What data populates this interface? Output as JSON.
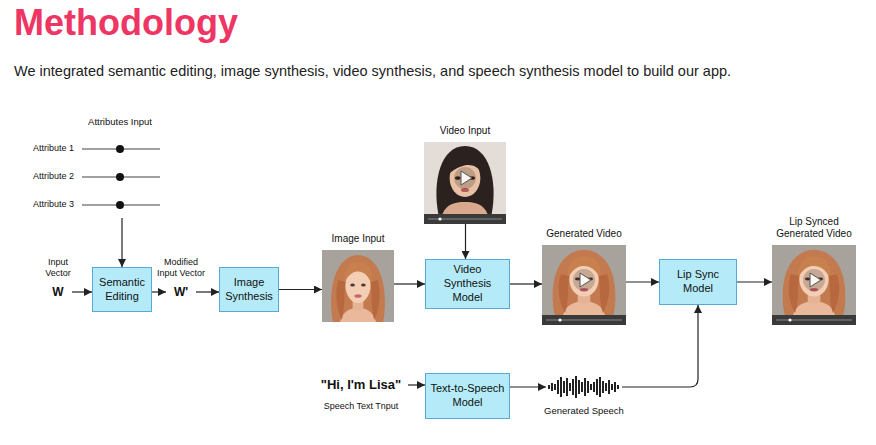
{
  "diagram": {
    "title": "Methodology",
    "nodes": [
      {
        "text": [
          "Attributes Input",
          "Attribute 1",
          "Attribute 2",
          "Attribute 3"
        ]
      },
      {
        "text": [
          "Video Input"
        ]
      },
      {
        "text": [
          "Input Vector",
          "W"
        ]
      },
      {
        "text": [
          "Semantic Editing"
        ]
      },
      {
        "text": [
          "Modified Input Vector",
          "W'"
        ]
      },
      {
        "text": [
          "Image Synthesis"
        ]
      },
      {
        "text": [
          "Image Input"
        ]
      },
      {
        "text": [
          "Video Synthesis Model"
        ]
      },
      {
        "text": [
          "Generated Video"
        ]
      },
      {
        "text": [
          "Lip Sync Model"
        ]
      },
      {
        "text": [
          "Lip Synced Generated Video"
        ]
      },
      {
        "text": [
          "\"Hi, I'm Lisa\"",
          "Speech Text Tnput"
        ]
      },
      {
        "text": [
          "Text-to-Speech Model"
        ]
      },
      {
        "text": [
          "Generated Speech"
        ]
      }
    ],
    "edges": [
      {
        "from": 0,
        "to": 3,
        "arrow": "to"
      },
      {
        "from": 1,
        "to": 7,
        "arrow": "to"
      },
      {
        "from": 2,
        "to": 3,
        "arrow": "to"
      },
      {
        "from": 3,
        "to": 4,
        "arrow": "to"
      },
      {
        "from": 4,
        "to": 5,
        "arrow": "to"
      },
      {
        "from": 5,
        "to": 6,
        "arrow": "to"
      },
      {
        "from": 6,
        "to": 7,
        "arrow": "to"
      },
      {
        "from": 7,
        "to": 8,
        "arrow": "to"
      },
      {
        "from": 8,
        "to": 9,
        "arrow": "to"
      },
      {
        "from": 9,
        "to": 10,
        "arrow": "to"
      },
      {
        "from": 11,
        "to": 12,
        "arrow": "to"
      },
      {
        "from": 12,
        "to": 13,
        "arrow": "to"
      },
      {
        "from": 13,
        "to": 9,
        "arrow": "to"
      }
    ],
    "labels": [
      "We integrated semantic editing, image synthesis, video synthesis, and speech synthesis model to build our app."
    ]
  }
}
